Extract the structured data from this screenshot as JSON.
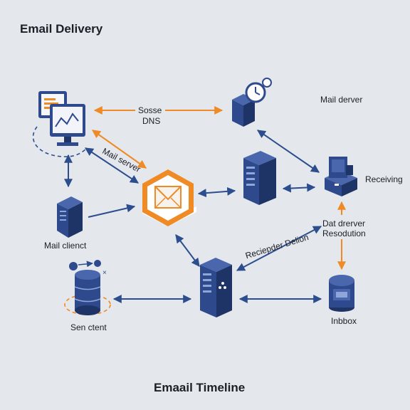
{
  "title": "Email Delivery",
  "footer_title": "Emaail Timeline",
  "labels": {
    "sosse": "Sosse",
    "dns": "DNS",
    "mail_server_diag": "Mail server",
    "mail_derver": "Mail derver",
    "receiving": "Receiving",
    "dat_derver": "Dat drerver",
    "resodution": "Resodution",
    "reciepder": "Reciepder Delion",
    "mail_clienct": "Mail clienct",
    "sen_ctent": "Sen ctent",
    "inbbox": "Inbbox"
  },
  "colors": {
    "background": "#e4e7ec",
    "navy": "#2e4a8c",
    "navy_dark": "#1f3466",
    "orange": "#f08a24",
    "arrow_blue": "#2c4e8f"
  },
  "icons": [
    "monitor-icon",
    "server-icon",
    "envelope-icon",
    "database-icon",
    "router-icon",
    "clock-icon",
    "cylinder-icon"
  ]
}
